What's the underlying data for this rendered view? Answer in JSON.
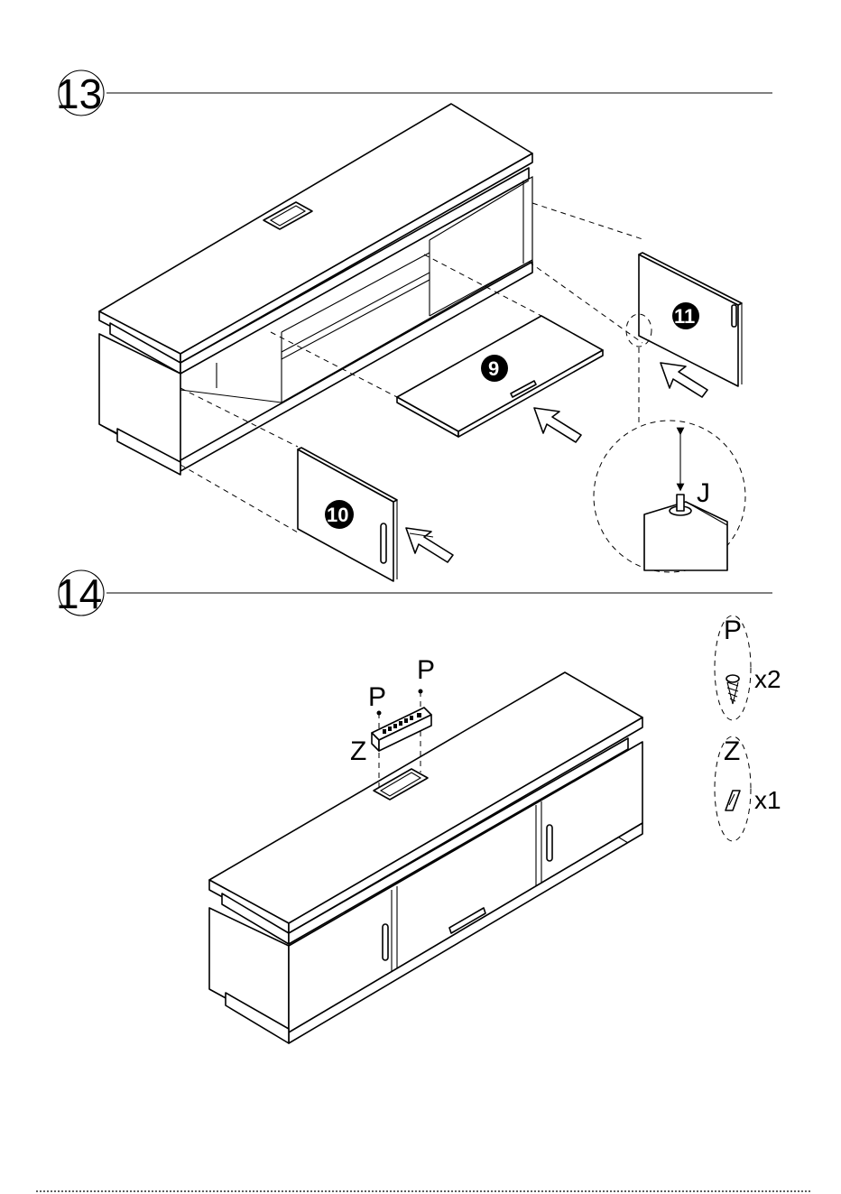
{
  "steps": [
    {
      "number": "13"
    },
    {
      "number": "14"
    }
  ],
  "step13": {
    "parts": {
      "door_flap": "9",
      "door_left": "10",
      "door_right": "11"
    },
    "detail_label": "J"
  },
  "step14": {
    "labels": {
      "p_left": "P",
      "p_right": "P",
      "z": "Z"
    },
    "hardware": [
      {
        "label": "P",
        "quantity": "x2",
        "icon": "screw-icon"
      },
      {
        "label": "Z",
        "quantity": "x1",
        "icon": "power-strip-icon"
      }
    ]
  }
}
